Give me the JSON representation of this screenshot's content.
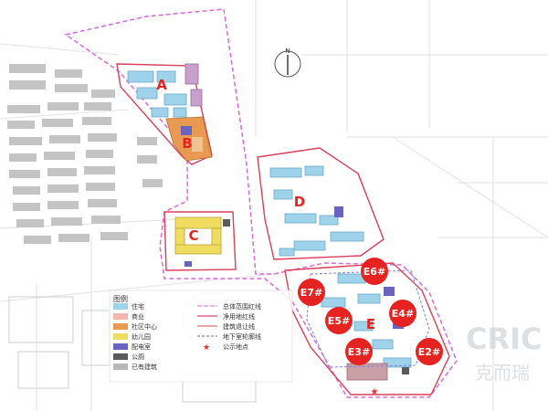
{
  "compass": {
    "label": "N"
  },
  "plots": {
    "a": "A",
    "b": "B",
    "c": "C",
    "d": "D",
    "e": "E"
  },
  "markers": {
    "e2": "E2#",
    "e3": "E3#",
    "e4": "E4#",
    "e5": "E5#",
    "e6": "E6#",
    "e7": "E7#"
  },
  "legend": {
    "title": "图例",
    "left": [
      {
        "label": "住宅",
        "color": "#9fd3ec"
      },
      {
        "label": "商业",
        "color": "#f2b8b0"
      },
      {
        "label": "社区中心",
        "color": "#e89a52"
      },
      {
        "label": "幼儿园",
        "color": "#f0dc60"
      },
      {
        "label": "配电室",
        "color": "#6a64c0"
      },
      {
        "label": "公厕",
        "color": "#5a5a5a"
      },
      {
        "label": "已有建筑",
        "color": "#b8b8b8"
      }
    ],
    "right": [
      {
        "label": "总体范围红线",
        "color": "#d888d8"
      },
      {
        "label": "净用地红线",
        "color": "#d84a6a"
      },
      {
        "label": "建筑退让线",
        "color": "#e07070"
      },
      {
        "label": "地下室轮廓线",
        "color": "#8080e0"
      },
      {
        "label": "公示地点",
        "color": "#e03030"
      }
    ]
  },
  "watermark": {
    "brand": "CRIC",
    "sub": "克而瑞"
  },
  "colors": {
    "marker_fill": "#e52421",
    "plot_label": "#e52421",
    "boundary_pink": "#d86ad8",
    "boundary_red": "#d9405a",
    "residential": "#9fd3ec",
    "community": "#e89a52",
    "kindergarten": "#f0dc60",
    "substation": "#6a64c0",
    "existing": "#c4c4c4"
  }
}
